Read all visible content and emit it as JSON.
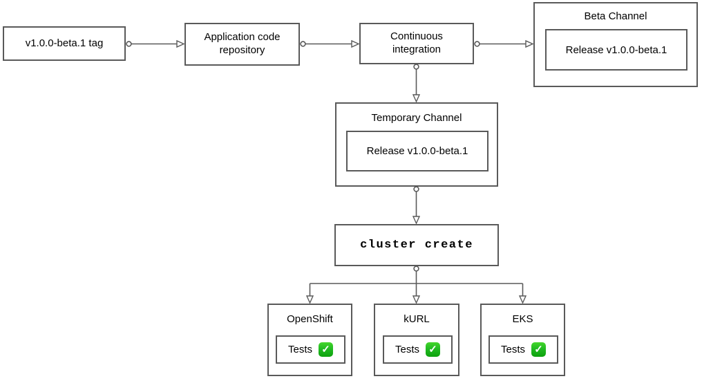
{
  "diagram": {
    "background": "#ffffff",
    "stroke_color": "#595959",
    "text_color": "#000000",
    "check_green": "#22bb22",
    "nodes": {
      "tag": {
        "label": "v1.0.0-beta.1 tag"
      },
      "repo": {
        "label": "Application code repository"
      },
      "ci": {
        "label": "Continuous integration"
      },
      "beta_channel": {
        "title": "Beta Channel",
        "release_label": "Release v1.0.0-beta.1"
      },
      "temporary_channel": {
        "title": "Temporary Channel",
        "release_label": "Release v1.0.0-beta.1"
      },
      "cluster_create": {
        "label": "cluster create"
      },
      "openshift": {
        "title": "OpenShift",
        "tests_label": "Tests",
        "status_icon": "✓"
      },
      "kurl": {
        "title": "kURL",
        "tests_label": "Tests",
        "status_icon": "✓"
      },
      "eks": {
        "title": "EKS",
        "tests_label": "Tests",
        "status_icon": "✓"
      }
    },
    "edges": [
      {
        "from": "tag",
        "to": "repo"
      },
      {
        "from": "repo",
        "to": "ci"
      },
      {
        "from": "ci",
        "to": "beta_channel"
      },
      {
        "from": "ci",
        "to": "temporary_channel"
      },
      {
        "from": "temporary_channel",
        "to": "cluster_create"
      },
      {
        "from": "cluster_create",
        "to": "openshift"
      },
      {
        "from": "cluster_create",
        "to": "kurl"
      },
      {
        "from": "cluster_create",
        "to": "eks"
      }
    ]
  }
}
